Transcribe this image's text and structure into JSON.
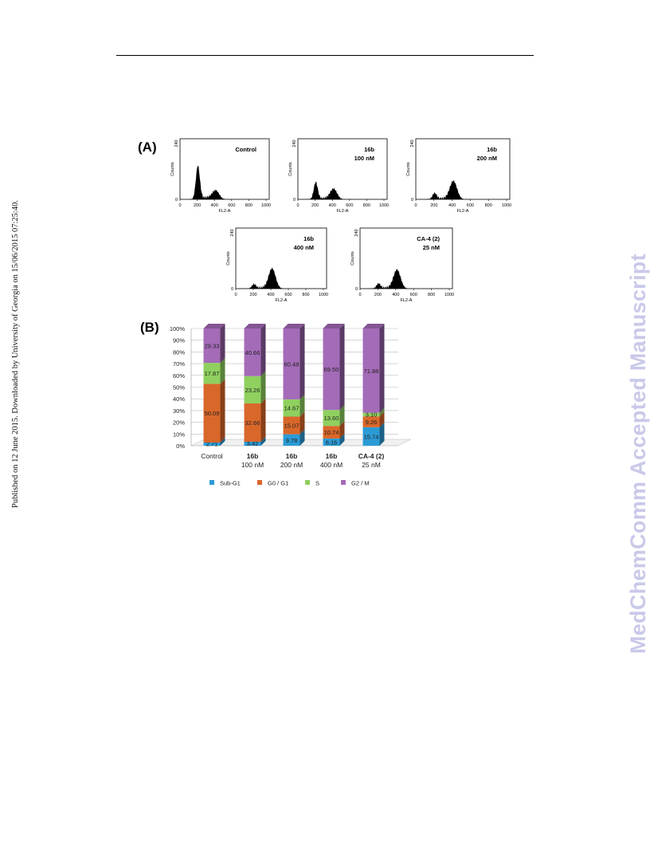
{
  "header_rule": true,
  "side_text": "Published on 12 June 2015. Downloaded by University of Georgia on 15/06/2015 07:25:40.",
  "watermark": "MedChemComm Accepted Manuscript",
  "panel_a": {
    "label": "(A)",
    "x_axis_label": "FL2-A",
    "y_axis_label": "Counts",
    "y_ticks": [
      "0",
      "240"
    ],
    "x_ticks": [
      "0",
      "200",
      "400",
      "600",
      "800",
      "1000"
    ],
    "histograms": [
      {
        "label_line1": "Control",
        "label_line2": "",
        "g1_pos": 200,
        "g1_height": 0.55,
        "g2_pos": 400,
        "g2_height": 0.14
      },
      {
        "label_line1": "16b",
        "label_line2": "100 nM",
        "g1_pos": 200,
        "g1_height": 0.28,
        "g2_pos": 400,
        "g2_height": 0.17
      },
      {
        "label_line1": "16b",
        "label_line2": "200 nM",
        "g1_pos": 200,
        "g1_height": 0.1,
        "g2_pos": 400,
        "g2_height": 0.3
      },
      {
        "label_line1": "16b",
        "label_line2": "400 nM",
        "g1_pos": 200,
        "g1_height": 0.07,
        "g2_pos": 400,
        "g2_height": 0.33
      },
      {
        "label_line1": "CA-4 (2)",
        "label_line2": "25 nM",
        "g1_pos": 200,
        "g1_height": 0.08,
        "g2_pos": 400,
        "g2_height": 0.31
      }
    ]
  },
  "panel_b": {
    "label": "(B)",
    "y_ticks": [
      "0%",
      "10%",
      "20%",
      "30%",
      "40%",
      "50%",
      "60%",
      "70%",
      "80%",
      "90%",
      "100%"
    ],
    "legend": [
      "Sub-G1",
      "G0 / G1",
      "S",
      "G2 / M"
    ]
  },
  "chart_data": {
    "type": "bar",
    "stacked": true,
    "categories": [
      "Control",
      "16b 100 nM",
      "16b 200 nM",
      "16b 400 nM",
      "CA-4 (2) 25 nM"
    ],
    "category_lines": [
      [
        "Control",
        ""
      ],
      [
        "16b",
        "100 nM"
      ],
      [
        "16b",
        "200 nM"
      ],
      [
        "16b",
        "400 nM"
      ],
      [
        "CA-4 (2)",
        "25 nM"
      ]
    ],
    "series": [
      {
        "name": "Sub-G1",
        "color": "#2b9bd6",
        "values": [
          2.71,
          3.42,
          9.78,
          6.16,
          15.74
        ]
      },
      {
        "name": "G0 / G1",
        "color": "#d9672a",
        "values": [
          50.09,
          32.66,
          15.07,
          10.74,
          9.26
        ]
      },
      {
        "name": "S",
        "color": "#8fd05f",
        "values": [
          17.87,
          23.26,
          14.67,
          13.6,
          3.1
        ]
      },
      {
        "name": "G2 / M",
        "color": "#a46bb8",
        "values": [
          29.33,
          40.66,
          60.48,
          69.5,
          71.88
        ]
      }
    ],
    "ylim": [
      0,
      100
    ],
    "grid": true,
    "legend_position": "bottom"
  }
}
